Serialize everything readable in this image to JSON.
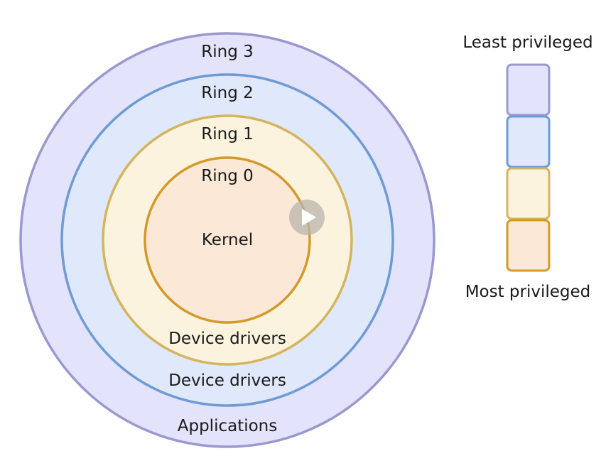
{
  "rings": [
    {
      "id": "ring3",
      "title": "Ring 3",
      "content": "Applications",
      "fill": "#e3e3fb",
      "stroke": "#9b98cf"
    },
    {
      "id": "ring2",
      "title": "Ring 2",
      "content": "Device drivers",
      "fill": "#e0e8fb",
      "stroke": "#6e9bd4"
    },
    {
      "id": "ring1",
      "title": "Ring 1",
      "content": "Device drivers",
      "fill": "#fcf3de",
      "stroke": "#d4b45e"
    },
    {
      "id": "ring0",
      "title": "Ring 0",
      "content": "Kernel",
      "fill": "#fbe8d7",
      "stroke": "#d39a2a"
    }
  ],
  "legend": {
    "top_label": "Least privileged",
    "bottom_label": "Most privileged",
    "swatches": [
      {
        "fill": "#e3e3fb",
        "stroke": "#9b98cf"
      },
      {
        "fill": "#e0e8fb",
        "stroke": "#6e9bd4"
      },
      {
        "fill": "#fcf3de",
        "stroke": "#d4b45e"
      },
      {
        "fill": "#fbe8d7",
        "stroke": "#d39a2a"
      }
    ]
  },
  "play_button": {
    "icon": "play-icon"
  }
}
